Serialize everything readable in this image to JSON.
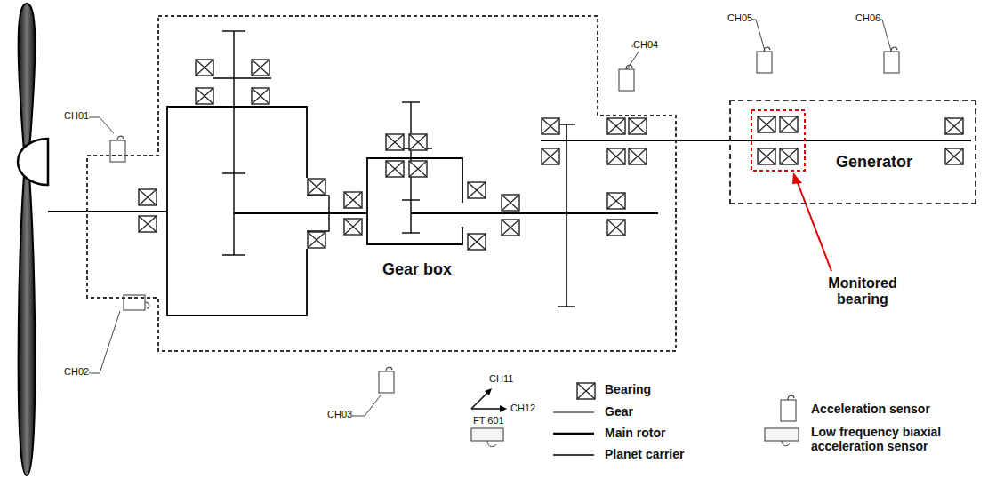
{
  "diagram": {
    "nodes": [
      {
        "text": [
          "Gear box"
        ]
      },
      {
        "text": [
          "Generator"
        ]
      }
    ],
    "labels": [
      "CH01",
      "CH02",
      "CH03",
      "CH04",
      "CH05",
      "CH06",
      "CH11",
      "CH12",
      "FT 601",
      "Monitored bearing"
    ],
    "legend": [
      {
        "text": "Bearing"
      },
      {
        "text": "Gear"
      },
      {
        "text": "Main rotor"
      },
      {
        "text": "Planet carrier"
      },
      {
        "text": "Acceleration sensor"
      },
      {
        "text": "Low frequency biaxial acceleration sensor"
      }
    ]
  }
}
